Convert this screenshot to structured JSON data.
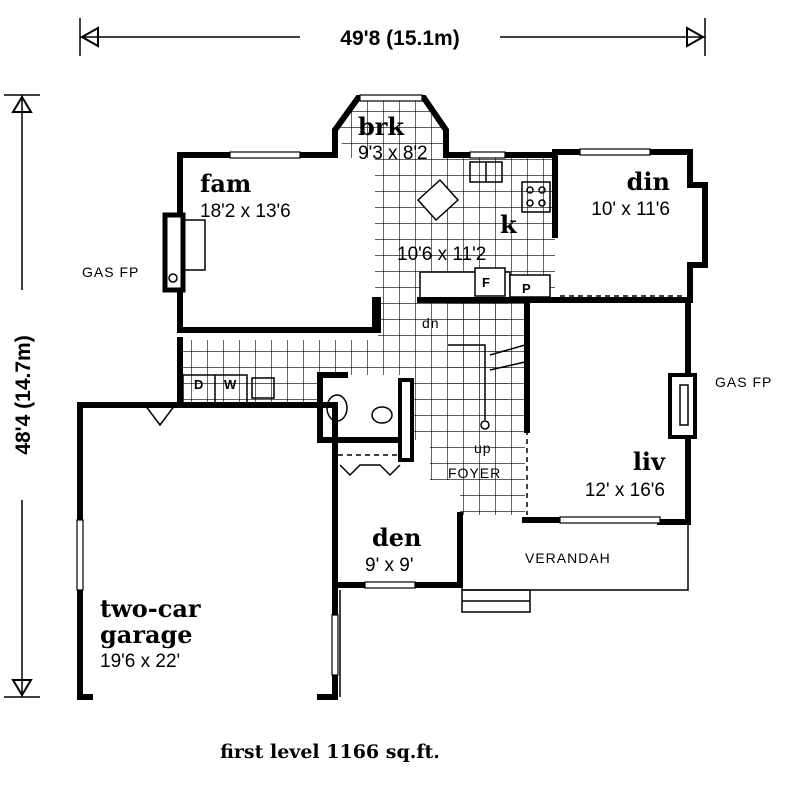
{
  "title": "first level 1166 sq.ft.",
  "overall_width": "49'8 (15.1m)",
  "overall_depth": "48'4 (14.7m)",
  "rooms": {
    "brk": {
      "name": "brk",
      "size": "9'3 x 8'2"
    },
    "fam": {
      "name": "fam",
      "size": "18'2 x 13'6"
    },
    "din": {
      "name": "din",
      "size": "10' x 11'6"
    },
    "kitchen": {
      "name": "k",
      "size": "10'6 x 11'2"
    },
    "liv": {
      "name": "liv",
      "size": "12' x 16'6"
    },
    "den": {
      "name": "den",
      "size": "9' x 9'"
    },
    "garage": {
      "name_line1": "two-car",
      "name_line2": "garage",
      "size": "19'6 x 22'"
    }
  },
  "labels": {
    "gas_fp_fam": "GAS FP",
    "gas_fp_liv": "GAS FP",
    "dryer": "D",
    "washer": "W",
    "fridge": "F",
    "pantry": "P",
    "stairs_down": "dn",
    "stairs_up": "up",
    "foyer": "FOYER",
    "verandah": "VERANDAH"
  }
}
